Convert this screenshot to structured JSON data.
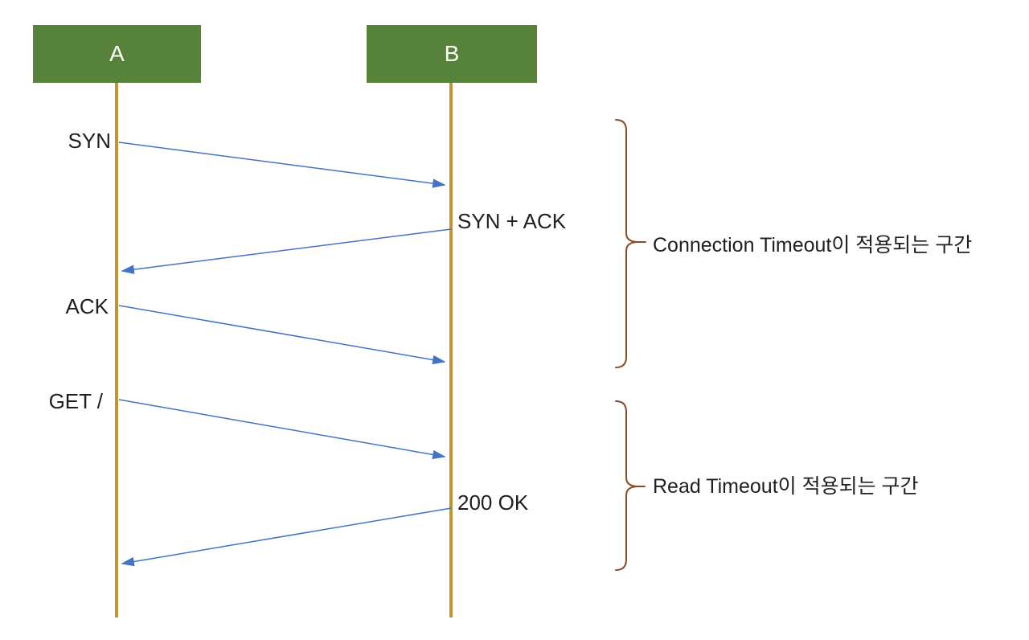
{
  "diagram": {
    "type": "sequence-diagram",
    "actors": [
      {
        "id": "A",
        "label": "A"
      },
      {
        "id": "B",
        "label": "B"
      }
    ],
    "messages": [
      {
        "label": "SYN",
        "from": "A",
        "to": "B"
      },
      {
        "label": "SYN + ACK",
        "from": "B",
        "to": "A"
      },
      {
        "label": "ACK",
        "from": "A",
        "to": "B"
      },
      {
        "label": "GET /",
        "from": "A",
        "to": "B"
      },
      {
        "label": "200 OK",
        "from": "B",
        "to": "A"
      }
    ],
    "annotations": [
      {
        "label": "Connection Timeout이 적용되는 구간",
        "covers": [
          "SYN",
          "SYN + ACK",
          "ACK"
        ]
      },
      {
        "label": "Read Timeout이 적용되는 구간",
        "covers": [
          "GET /",
          "200 OK"
        ]
      }
    ]
  },
  "colors": {
    "green": "#568239",
    "gold": "#BF9433",
    "blue": "#4472C4",
    "brace": "#8B4A26",
    "text": "#1f1f1f"
  }
}
